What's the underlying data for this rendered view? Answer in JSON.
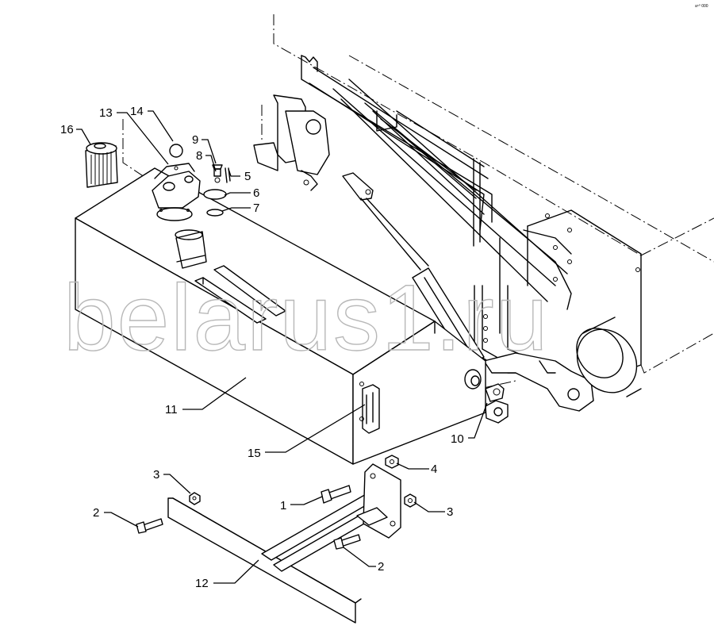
{
  "watermark": "belarus1.ru",
  "corner_code": "a⁵⁰ 000",
  "callouts": [
    {
      "id": "c16",
      "label": "16"
    },
    {
      "id": "c13",
      "label": "13"
    },
    {
      "id": "c14",
      "label": "14"
    },
    {
      "id": "c9",
      "label": "9"
    },
    {
      "id": "c8",
      "label": "8"
    },
    {
      "id": "c5",
      "label": "5"
    },
    {
      "id": "c6",
      "label": "6"
    },
    {
      "id": "c7",
      "label": "7"
    },
    {
      "id": "c11",
      "label": "11"
    },
    {
      "id": "c15",
      "label": "15"
    },
    {
      "id": "c10",
      "label": "10"
    },
    {
      "id": "c4",
      "label": "4"
    },
    {
      "id": "c3a",
      "label": "3"
    },
    {
      "id": "c1",
      "label": "1"
    },
    {
      "id": "c3b",
      "label": "3"
    },
    {
      "id": "c2a",
      "label": "2"
    },
    {
      "id": "c2b",
      "label": "2"
    },
    {
      "id": "c12",
      "label": "12"
    }
  ]
}
